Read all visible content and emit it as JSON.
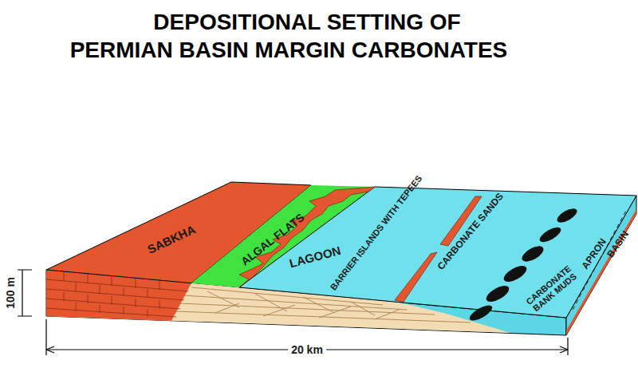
{
  "diagram": {
    "title": "DEPOSITIONAL SETTING OF PERMIAN BASIN MARGIN CARBONATES",
    "labels": [
      "SABKHA",
      "ALGAL FLATS",
      "LAGOON",
      "BARRIER ISLANDS WITH TEPEES",
      "CARBONATE SANDS",
      "CARBONATE BANK MUDS",
      "APRON",
      "BASIN",
      "100 m",
      "20 km"
    ]
  }
}
